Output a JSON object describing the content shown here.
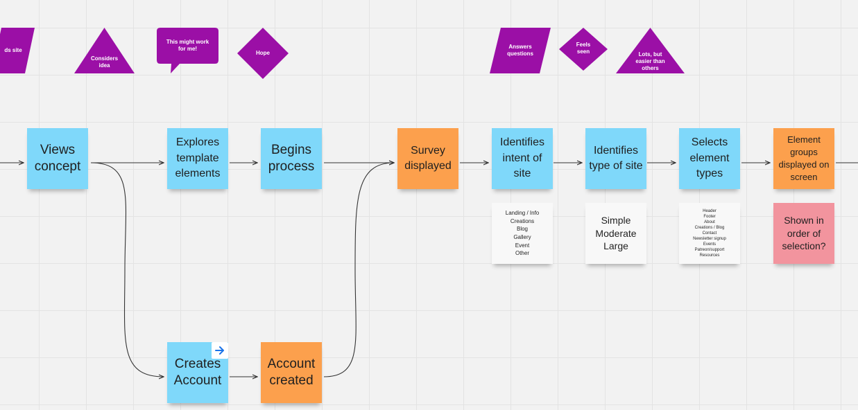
{
  "colors": {
    "canvas": "#f2f2f2",
    "grid": "#e3e3e3",
    "purple": "#9b0fa6",
    "blue_sticky": "#7fd8fa",
    "orange_sticky": "#fca04d",
    "pink_sticky": "#f2949e",
    "white_sticky": "#f8f8f8",
    "connector": "#333333",
    "link_arrow": "#1a73e8"
  },
  "emotions": {
    "finds_site": "ds site",
    "considers_idea": "Considers idea",
    "might_work": "This might work for me!",
    "hope": "Hope",
    "answers_questions": "Answers questions",
    "feels_seen": "Feels seen",
    "lots_but_easier": "Lots, but easier than others"
  },
  "steps": {
    "views_concept": "Views concept",
    "explores_template": "Explores template elements",
    "begins_process": "Begins process",
    "survey_displayed": "Survey displayed",
    "identifies_intent": "Identifies intent of site",
    "identifies_type": "Identifies type of site",
    "selects_element_types": "Selects element types",
    "element_groups_displayed": "Element groups displayed on screen",
    "creates_account": "Creates Account",
    "account_created": "Account created"
  },
  "details": {
    "intent_options": "Landing / Info\nCreations\nBlog\nGallery\nEvent\nOther",
    "size_options": "Simple\nModerate\nLarge",
    "element_list": "Header\nFooter\nAbout\nCreations / Blog\nContact\nNewsletter signup\nEvents\nPatreon/support\nResources",
    "order_question": "Shown in order of selection?"
  },
  "icons": {
    "link": "arrow-right-icon"
  }
}
